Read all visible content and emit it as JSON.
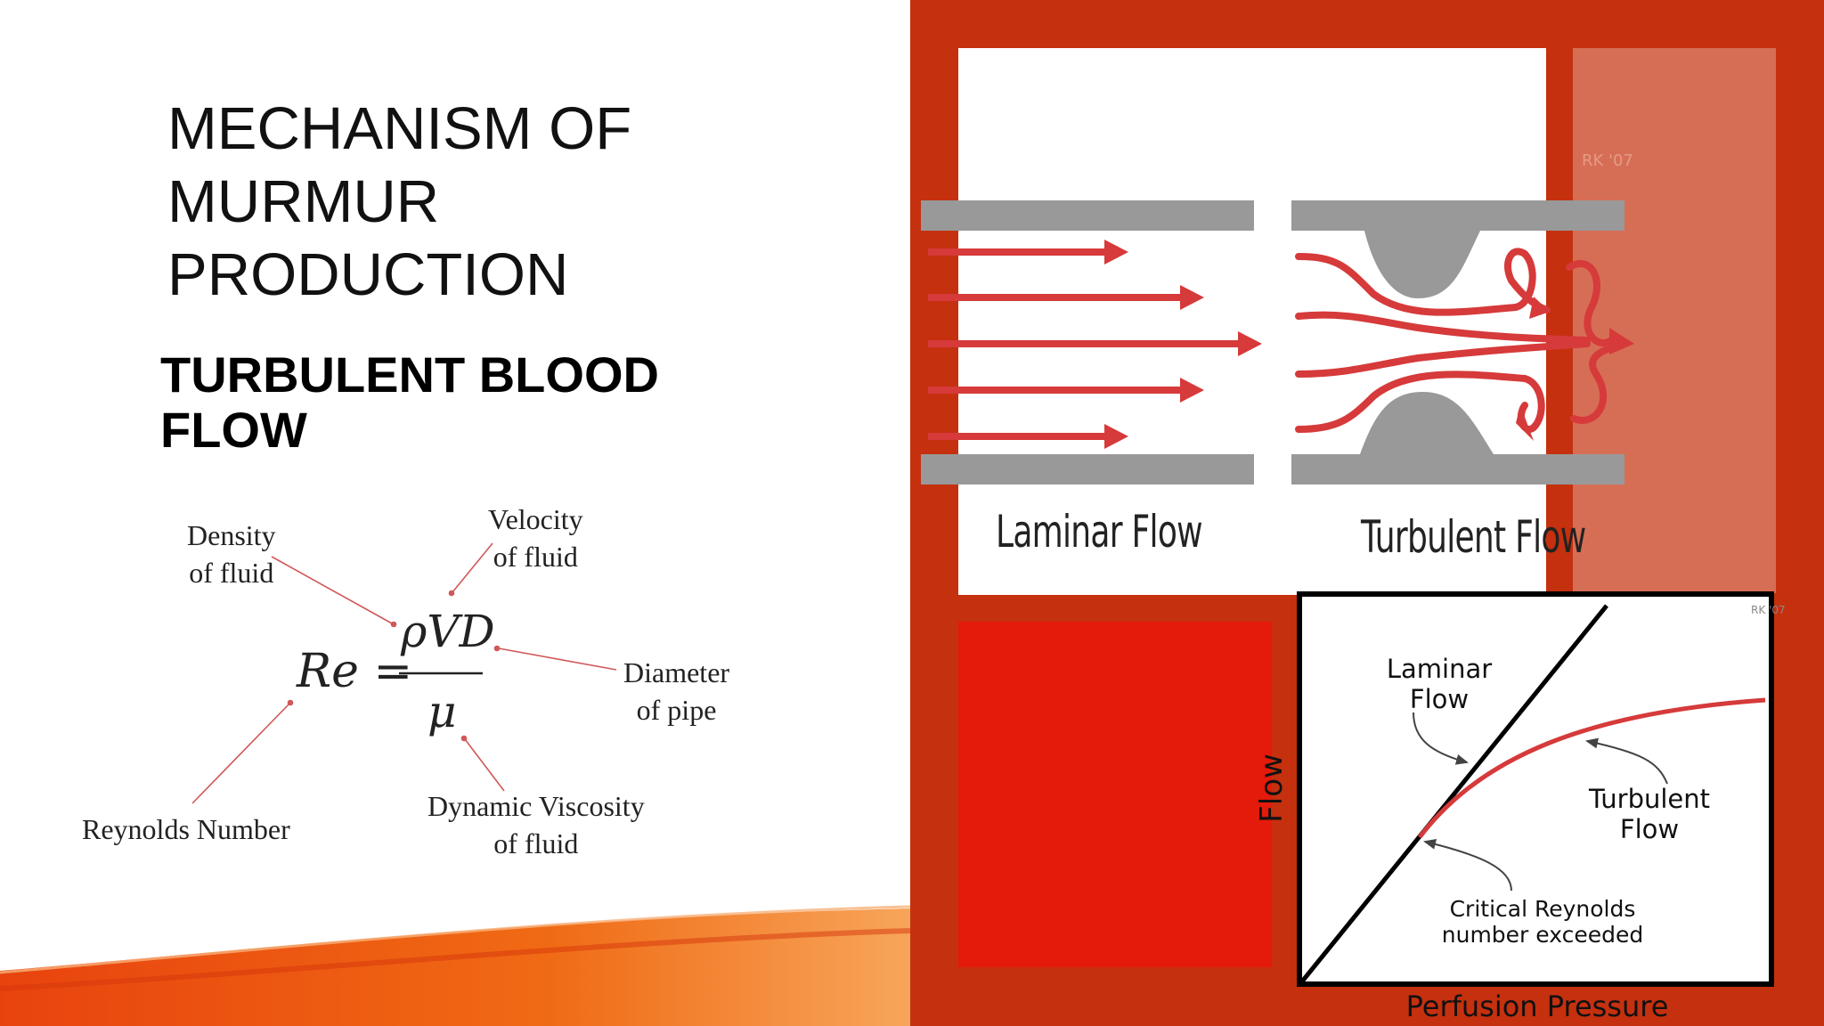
{
  "slide": {
    "title_lines": [
      "MECHANISM OF",
      "MURMUR",
      "PRODUCTION"
    ],
    "subtitle_lines": [
      "TURBULENT BLOOD",
      "FLOW"
    ]
  },
  "formula": {
    "lhs": "Re =",
    "numerator": "ρVD",
    "denominator": "μ",
    "labels": {
      "density": [
        "Density",
        "of fluid"
      ],
      "velocity": [
        "Velocity",
        "of fluid"
      ],
      "diameter": [
        "Diameter",
        "of pipe"
      ],
      "reynolds": [
        "Reynolds Number"
      ],
      "viscosity": [
        "Dynamic Viscosity",
        "of fluid"
      ]
    }
  },
  "diagram": {
    "laminar_label": "Laminar Flow",
    "turbulent_label": "Turbulent Flow",
    "watermark": "RK '07"
  },
  "graph": {
    "y_label": "Flow",
    "x_label": "Perfusion Pressure",
    "laminar_annotation": [
      "Laminar",
      "Flow"
    ],
    "turbulent_annotation": [
      "Turbulent",
      "Flow"
    ],
    "critical_annotation": [
      "Critical Reynolds",
      "number exceeded"
    ],
    "watermark": "RK '07"
  },
  "colors": {
    "panel_red": "#c5300f",
    "flow_red": "#d63a3a",
    "wall_gray": "#9a9a9a",
    "bright_red_block": "#e41a0b"
  }
}
